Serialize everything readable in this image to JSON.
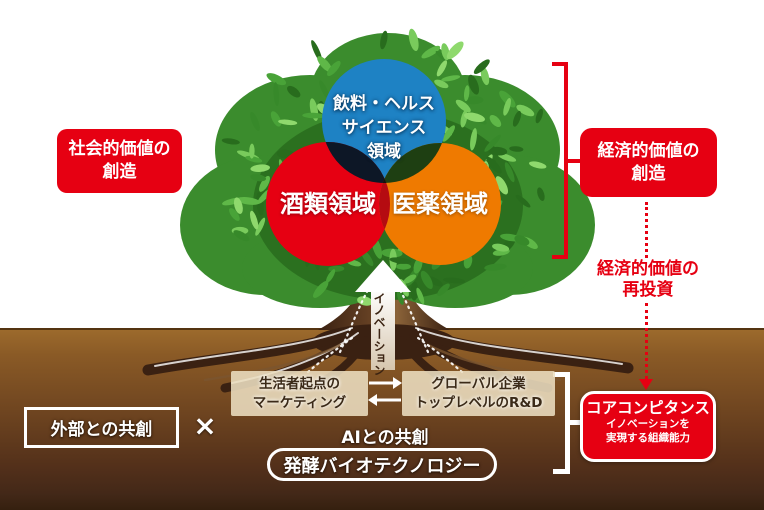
{
  "colors": {
    "accent_red": "#e60012",
    "circle_blue": "#1e82c4",
    "circle_red": "#e60012",
    "circle_orange": "#ef7a00",
    "overlap_red_blue": "#0d1726",
    "overlap_blue_orange": "#1e3f12",
    "overlap_red_orange": "#b50b11",
    "overlap_center": "#10150e",
    "ground_top": "#9c6a2c",
    "ground_bottom": "#35200f",
    "foliage": [
      "#286c1d",
      "#37892a",
      "#49a338",
      "#5fb848",
      "#79cb5c",
      "#8fd96d"
    ]
  },
  "domains": {
    "beverage_health": {
      "lines": [
        "飲料・ヘルス",
        "サイエンス",
        "領域"
      ]
    },
    "alcohol": {
      "label": "酒類領域"
    },
    "pharmaceutical": {
      "label": "医薬領域"
    }
  },
  "labels": {
    "social_value": {
      "lines": [
        "社会的価値の",
        "創造"
      ]
    },
    "economic_value": {
      "lines": [
        "経済的価値の",
        "創造"
      ]
    },
    "reinvestment": {
      "lines": [
        "経済的価値の",
        "再投資"
      ]
    },
    "innovation": "イノベーション",
    "external_cocreation": "外部との共創",
    "multiply": "×",
    "ai_cocreation": "AIとの共創",
    "fermentation": "発酵バイオテクノロジー",
    "marketing": {
      "lines": [
        "生活者起点の",
        "マーケティング"
      ]
    },
    "rd": {
      "lines": [
        "グローバル企業",
        "トップレベルのR&D"
      ]
    },
    "core_competence": {
      "title": "コアコンピタンス",
      "subtitle_lines": [
        "イノベーションを",
        "実現する組織能力"
      ]
    }
  }
}
